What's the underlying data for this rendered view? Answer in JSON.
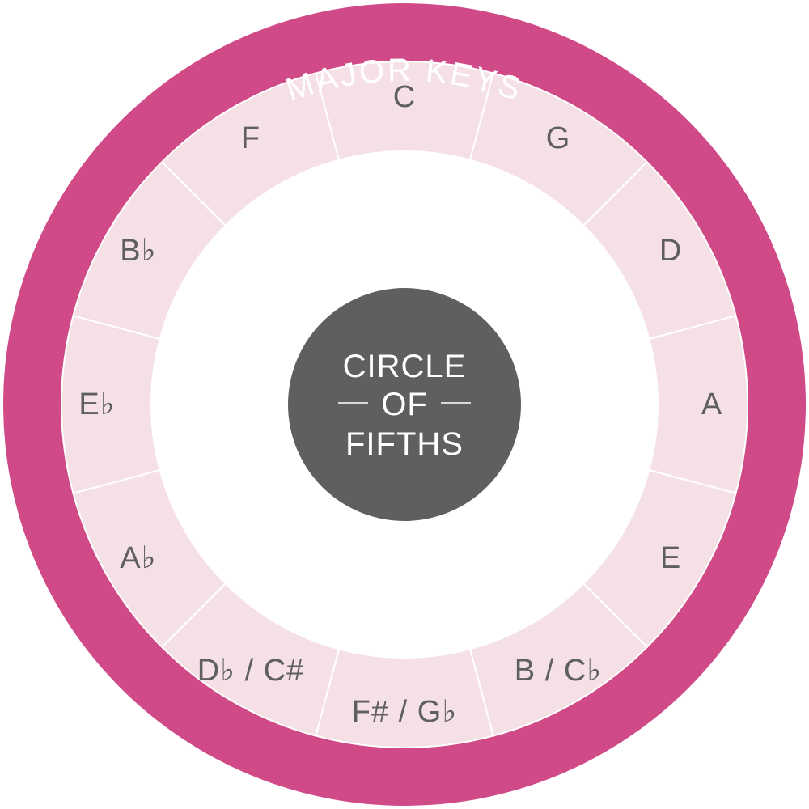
{
  "colors": {
    "outer_ring": "#d14a88",
    "segment_fill": "#f5e1e5",
    "segment_divider": "#ffffff",
    "center_disc": "#5f5f5f",
    "key_text": "#5f5f5f",
    "ring_text": "#ffffff",
    "center_text": "#ffffff"
  },
  "ring_title": "MAJOR KEYS",
  "center": {
    "line1": "CIRCLE",
    "line2": "OF",
    "line3": "FIFTHS"
  },
  "keys": [
    "C",
    "G",
    "D",
    "A",
    "E",
    "B / C♭",
    "F# / G♭",
    "D♭ / C#",
    "A♭",
    "E♭",
    "B♭",
    "F"
  ]
}
